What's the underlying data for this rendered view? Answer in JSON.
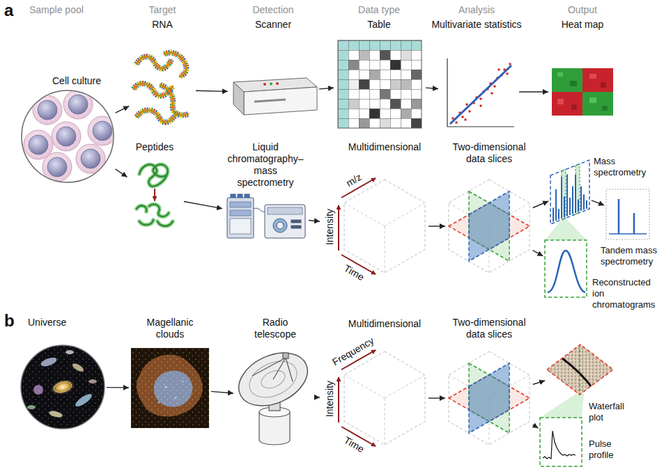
{
  "diagram": {
    "nodes": [
      {
        "text": [
          "Cell culture"
        ]
      },
      {
        "text": [
          "RNA"
        ]
      },
      {
        "text": [
          "Scanner"
        ]
      },
      {
        "text": [
          "Table"
        ]
      },
      {
        "text": [
          "Multivariate statistics"
        ]
      },
      {
        "text": [
          "Heat map"
        ]
      },
      {
        "text": [
          "Peptides"
        ]
      },
      {
        "text": [
          "Liquid chromatography–mass spectrometry"
        ]
      },
      {
        "text": [
          "Multidimensional"
        ]
      },
      {
        "text": [
          "Two-dimensional data slices"
        ]
      },
      {
        "text": [
          "Mass spectrometry"
        ]
      },
      {
        "text": [
          "Tandem mass spectrometry"
        ]
      },
      {
        "text": [
          "Reconstructed ion chromatograms"
        ]
      },
      {
        "text": [
          "Universe"
        ]
      },
      {
        "text": [
          "Magellanic clouds"
        ]
      },
      {
        "text": [
          "Radio telescope"
        ]
      },
      {
        "text": [
          "Multidimensional"
        ]
      },
      {
        "text": [
          "Two-dimensional data slices"
        ]
      },
      {
        "text": [
          "Waterfall plot"
        ]
      },
      {
        "text": [
          "Pulse profile"
        ]
      }
    ],
    "edges": [
      {
        "from": 0,
        "to": 1,
        "arrow": "to"
      },
      {
        "from": 0,
        "to": 6,
        "arrow": "to"
      },
      {
        "from": 1,
        "to": 2,
        "arrow": "to"
      },
      {
        "from": 2,
        "to": 3,
        "arrow": "to"
      },
      {
        "from": 3,
        "to": 4,
        "arrow": "to"
      },
      {
        "from": 4,
        "to": 5,
        "arrow": "to"
      },
      {
        "from": 6,
        "to": 7,
        "arrow": "to"
      },
      {
        "from": 7,
        "to": 8,
        "arrow": "to"
      },
      {
        "from": 8,
        "to": 9,
        "arrow": "to"
      },
      {
        "from": 9,
        "to": 10,
        "arrow": "to"
      },
      {
        "from": 9,
        "to": 12,
        "arrow": "to"
      },
      {
        "from": 10,
        "to": 11,
        "arrow": "to"
      },
      {
        "from": 13,
        "to": 14,
        "arrow": "to"
      },
      {
        "from": 14,
        "to": 15,
        "arrow": "to"
      },
      {
        "from": 15,
        "to": 16,
        "arrow": "to"
      },
      {
        "from": 16,
        "to": 17,
        "arrow": "to"
      },
      {
        "from": 17,
        "to": 18,
        "arrow": "to"
      },
      {
        "from": 17,
        "to": 19,
        "arrow": "to"
      }
    ],
    "labels": [
      "a",
      "Sample pool",
      "Target",
      "Detection",
      "Data type",
      "Analysis",
      "Output",
      "m/z",
      "Intensity",
      "Time",
      "b",
      "Frequency",
      "Intensity",
      "Time"
    ]
  }
}
